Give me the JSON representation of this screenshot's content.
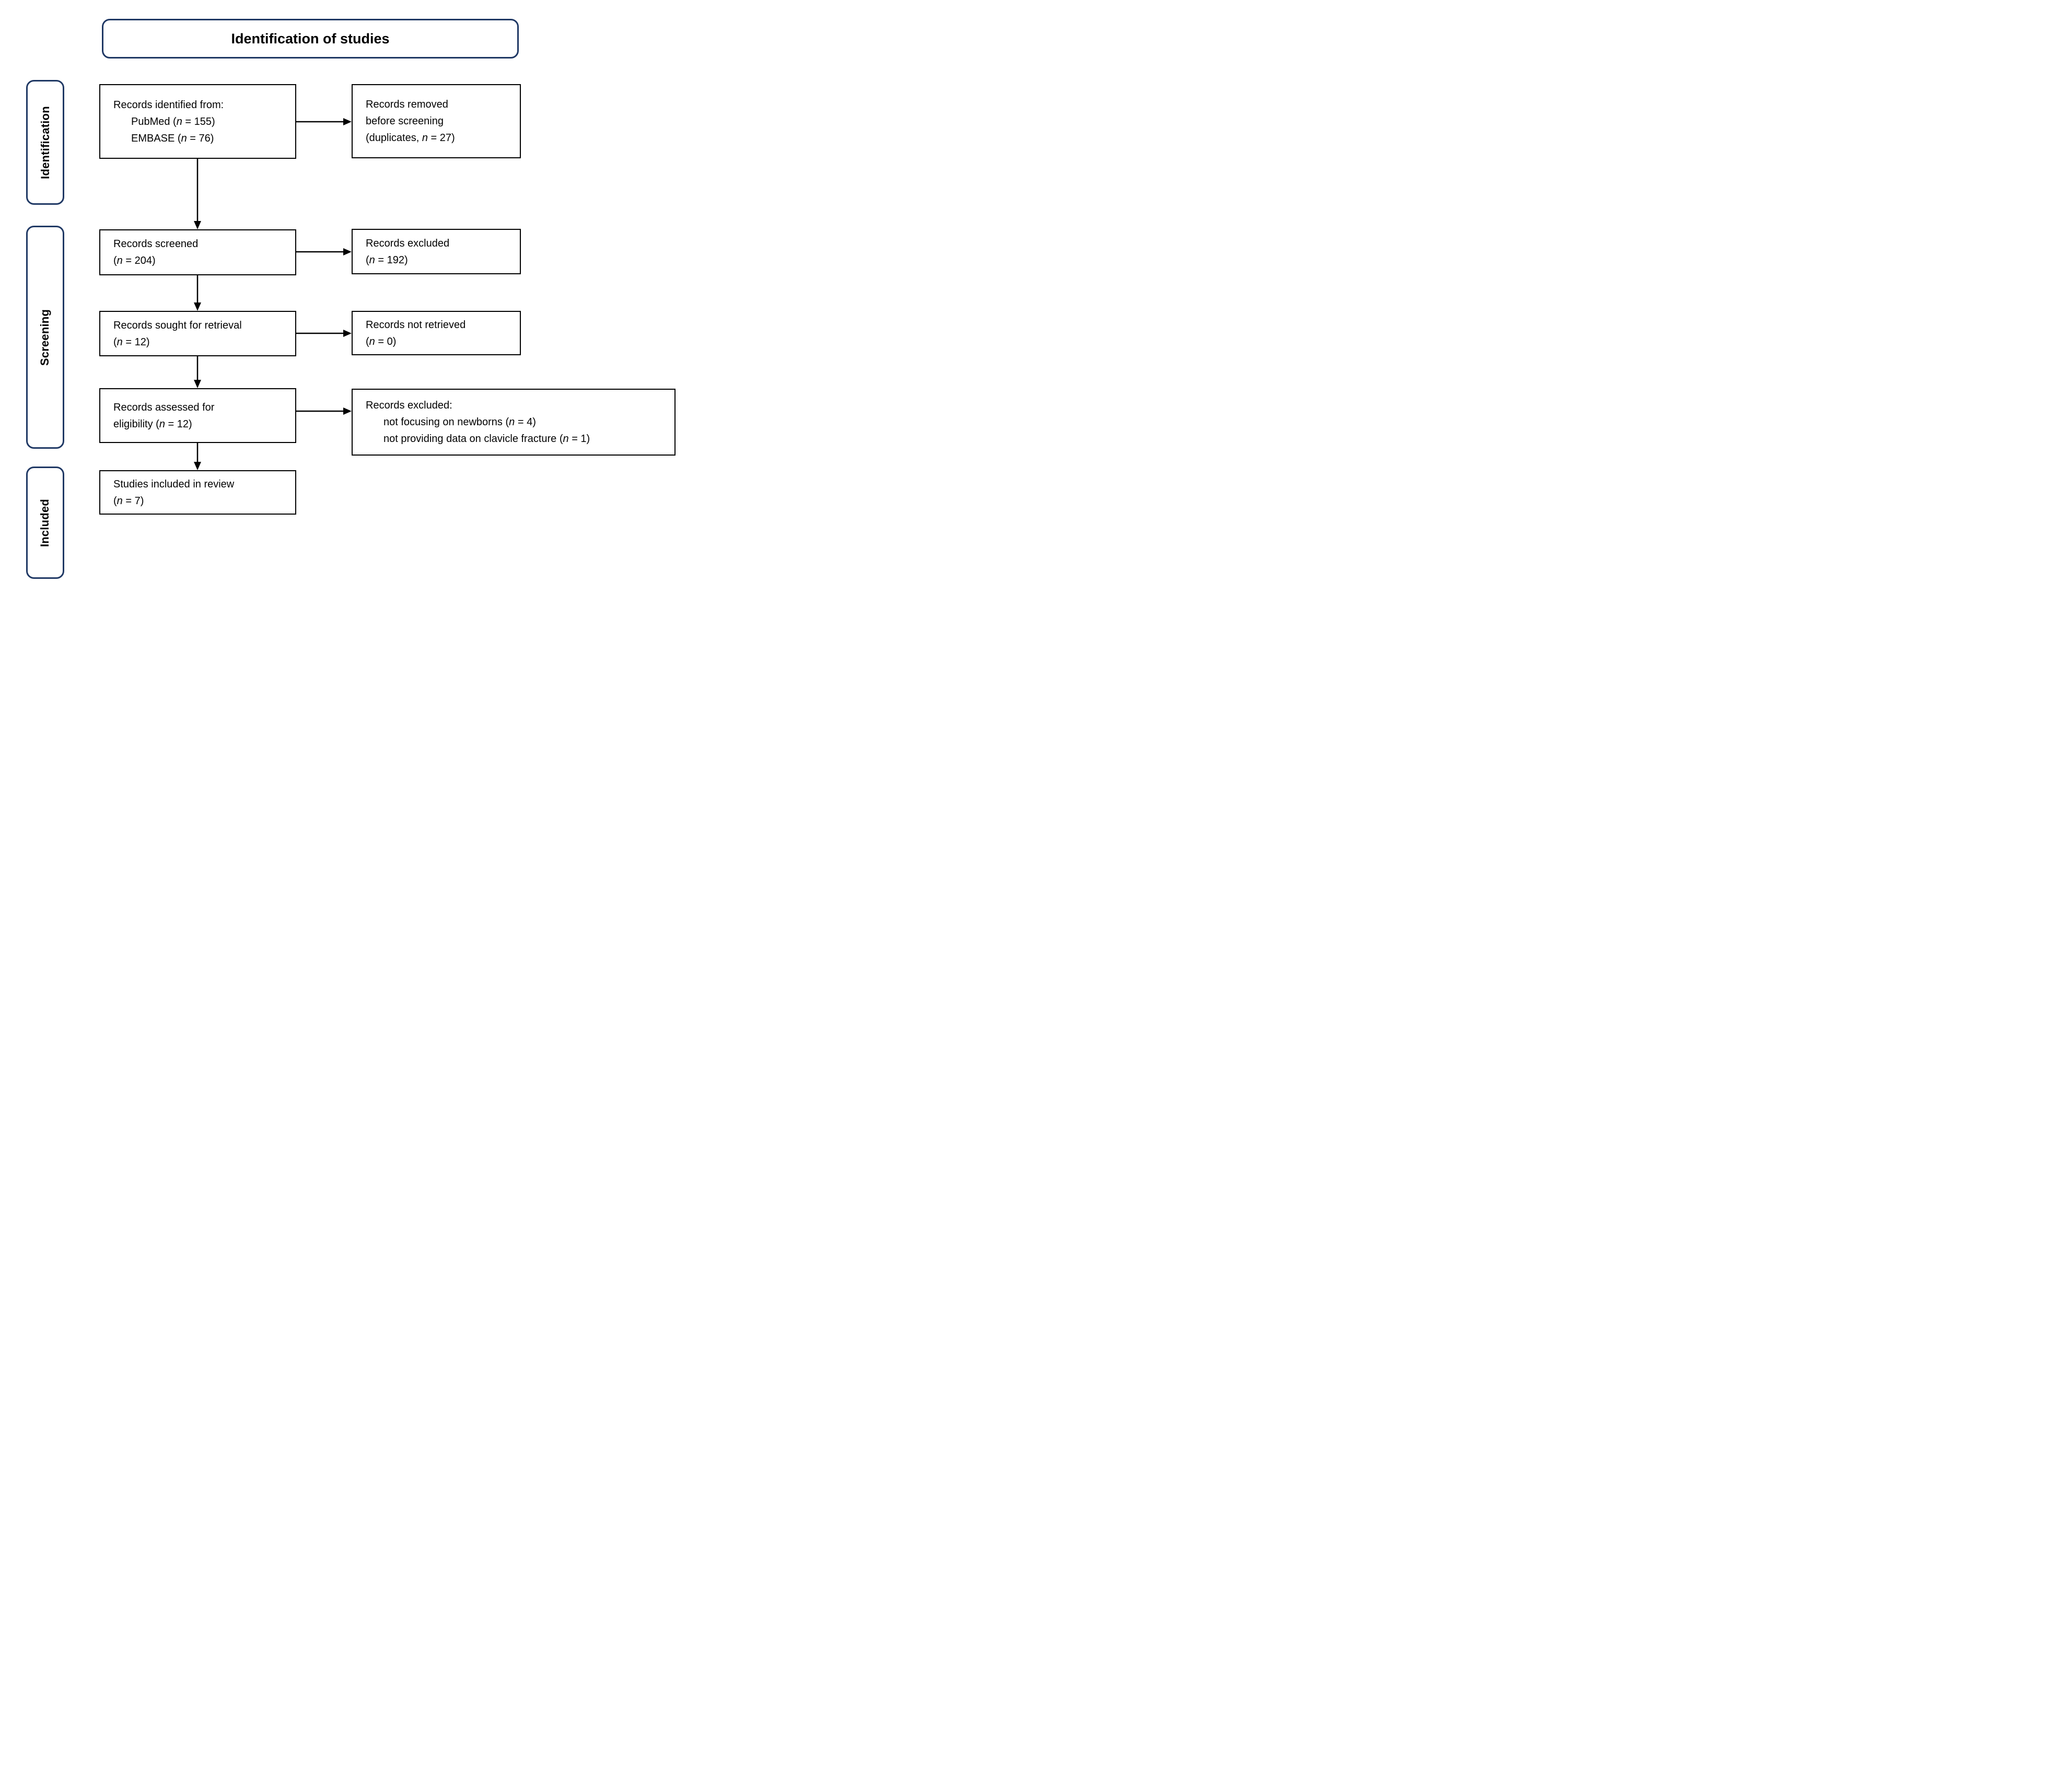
{
  "title": {
    "label": "Identification of studies"
  },
  "stages": [
    {
      "id": "identification",
      "label": "Identification"
    },
    {
      "id": "screening",
      "label": "Screening"
    },
    {
      "id": "included",
      "label": "Included"
    }
  ],
  "flow_boxes": {
    "identified": {
      "lines": [
        "Records identified from:",
        "PubMed (*n* = 155)",
        "EMBASE (*n* = 76)"
      ]
    },
    "removed_before_screening": {
      "lines": [
        "Records removed",
        "before screening",
        "(duplicates, *n* = 27)"
      ]
    },
    "screened": {
      "lines": [
        "Records screened",
        "(*n* = 204)"
      ]
    },
    "excluded_screening": {
      "lines": [
        "Records excluded",
        "(*n* = 192)"
      ]
    },
    "sought_for_retrieval": {
      "lines": [
        "Records sought for retrieval",
        "(*n* = 12)"
      ]
    },
    "not_retrieved": {
      "lines": [
        "Records not retrieved",
        "(*n* = 0)"
      ]
    },
    "assessed_for_eligibility": {
      "lines": [
        "Records assessed for",
        "eligibility (*n* = 12)"
      ]
    },
    "excluded_eligibility": {
      "lines": [
        "Records excluded:",
        "not focusing on newborns (*n* = 4)",
        "not providing data on clavicle fracture (*n* = 1)"
      ]
    },
    "included_in_review": {
      "lines": [
        "Studies included in review",
        "(*n* = 7)"
      ]
    }
  },
  "counts": {
    "pubmed": 155,
    "embase": 76,
    "duplicates_removed": 27,
    "screened": 204,
    "excluded_at_screening": 192,
    "sought_for_retrieval": 12,
    "not_retrieved": 0,
    "assessed_for_eligibility": 12,
    "excluded_not_newborns": 4,
    "excluded_no_clavicle_data": 1,
    "included_in_review": 7
  },
  "colors": {
    "stage_border": "#1F3864",
    "box_border": "#000000",
    "text": "#000000",
    "bg": "#FFFFFF"
  }
}
